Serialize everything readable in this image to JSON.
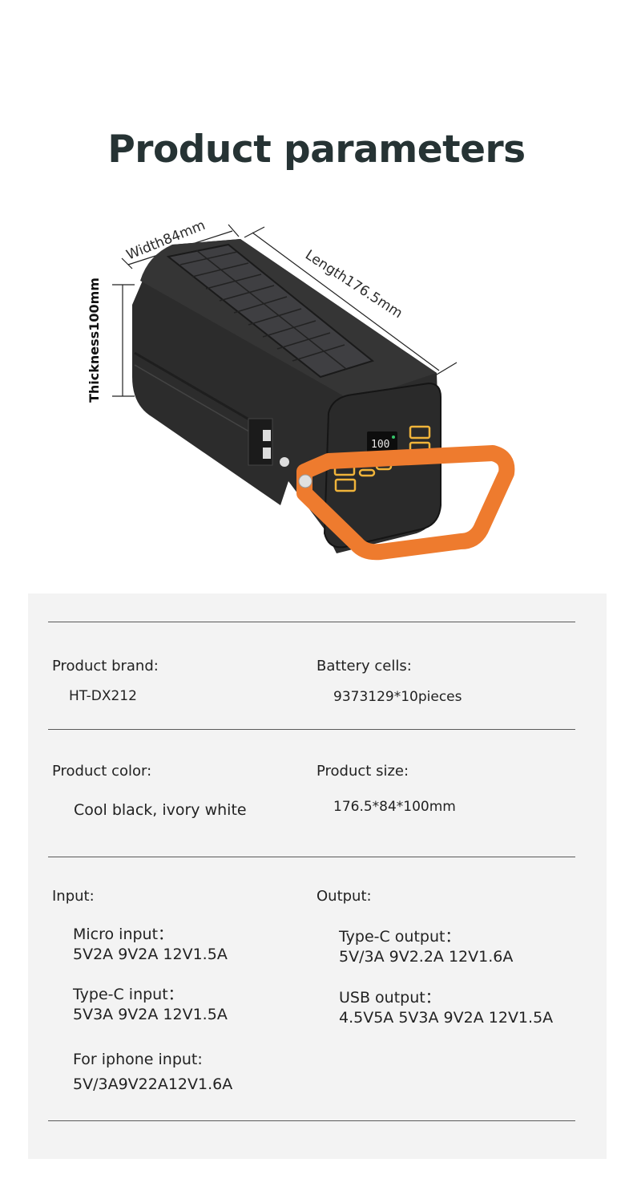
{
  "page": {
    "title": "Product parameters"
  },
  "illustration": {
    "dimensions": {
      "width": "Width84mm",
      "length": "Length176.5mm",
      "thickness": "Thickness100mm"
    },
    "display_reading": "100",
    "colors": {
      "body": "#2a2a2a",
      "handle": "#ee7b2e",
      "ports": "#f0b43a",
      "display_indicator": "#36c46a"
    }
  },
  "specs": {
    "brand": {
      "label": "Product brand:",
      "value": "HT-DX212"
    },
    "cells": {
      "label": "Battery cells:",
      "value": "9373129*10pieces"
    },
    "color": {
      "label": "Product color:",
      "value": "Cool black, ivory white"
    },
    "size": {
      "label": "Product size:",
      "value": "176.5*84*100mm"
    },
    "input": {
      "label": "Input:",
      "items": [
        {
          "name": "Micro input：",
          "value": "5V2A 9V2A 12V1.5A"
        },
        {
          "name": "Type-C input：",
          "value": "5V3A 9V2A 12V1.5A"
        },
        {
          "name": "For iphone input:",
          "value": "5V/3A9V22A12V1.6A"
        }
      ]
    },
    "output": {
      "label": "Output:",
      "items": [
        {
          "name": "Type-C output：",
          "value": "5V/3A 9V2.2A 12V1.6A"
        },
        {
          "name": "USB output：",
          "value": "4.5V5A 5V3A 9V2A 12V1.5A"
        }
      ]
    }
  },
  "theme": {
    "title_color": "#263334",
    "panel_bg": "#f3f3f3",
    "rule_color": "#5a5a5a"
  }
}
